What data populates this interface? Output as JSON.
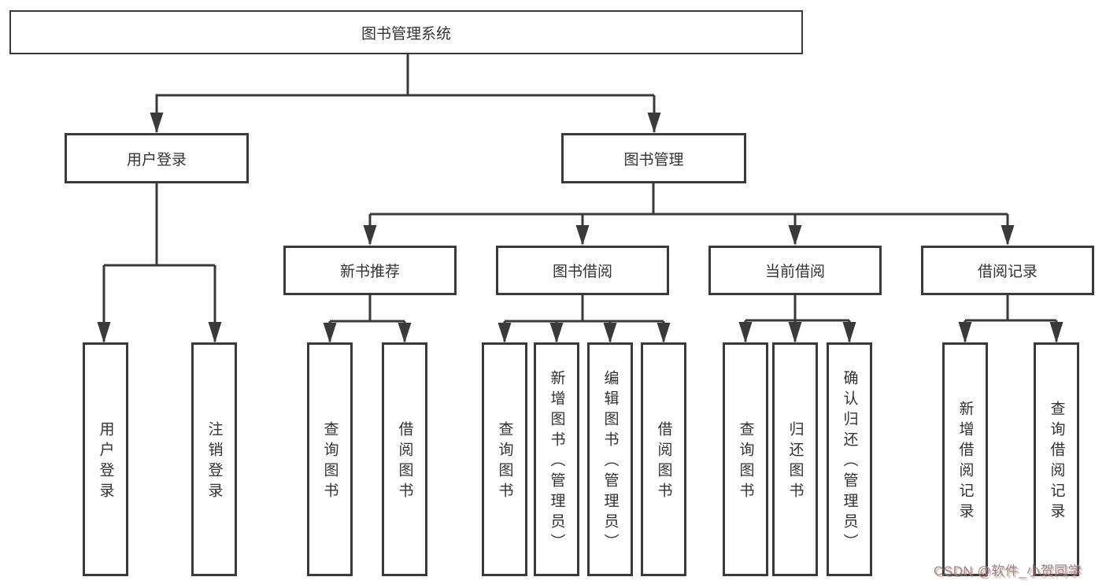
{
  "diagram_title": "图书管理系统",
  "nodes": {
    "root": {
      "label": "图书管理系统"
    },
    "level2": {
      "user_login": {
        "label": "用户登录"
      },
      "book_mgmt": {
        "label": "图书管理"
      }
    },
    "level3": {
      "new_book_rec": {
        "label": "新书推荐"
      },
      "book_borrow": {
        "label": "图书借阅"
      },
      "current_borrow": {
        "label": "当前借阅"
      },
      "borrow_records": {
        "label": "借阅记录"
      }
    },
    "leaves": {
      "user_login": {
        "label": "用户登录"
      },
      "logout": {
        "label": "注销登录"
      },
      "rec_query_book": {
        "label": "查询图书"
      },
      "rec_borrow_book": {
        "label": "借阅图书"
      },
      "bb_query_book": {
        "label": "查询图书"
      },
      "bb_add_book": {
        "label": "新增图书（管理员）"
      },
      "bb_edit_book": {
        "label": "编辑图书（管理员）"
      },
      "bb_borrow_book": {
        "label": "借阅图书"
      },
      "cb_query_book": {
        "label": "查询图书"
      },
      "cb_return_book": {
        "label": "归还图书"
      },
      "cb_confirm_return": {
        "label": "确认归还（管理员）"
      },
      "br_add_record": {
        "label": "新增借阅记录"
      },
      "br_query_record": {
        "label": "查询借阅记录"
      }
    }
  },
  "watermark": {
    "text": "CSDN @软件_小贺同学"
  },
  "colors": {
    "line": "#3a3a3a",
    "box_border": "#3a3a3a",
    "text": "#333333",
    "background": "#ffffff",
    "watermark_text": "#8f8f8f",
    "watermark_shadow": "#e76b6b"
  }
}
